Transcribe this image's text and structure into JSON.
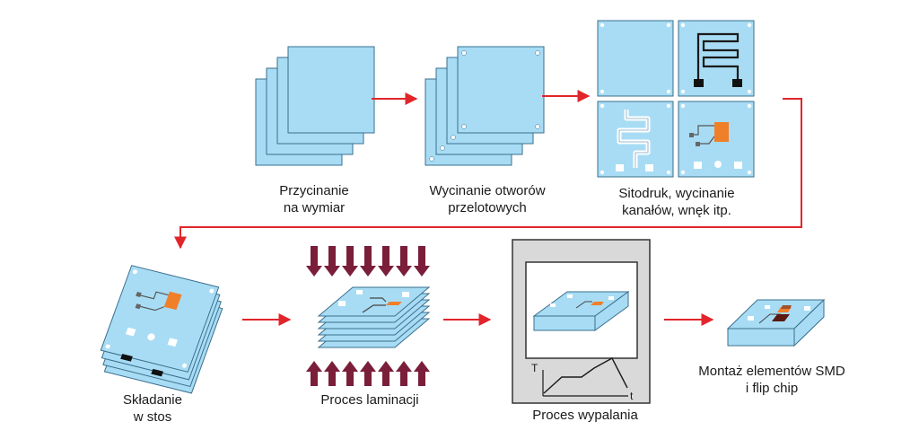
{
  "steps": [
    {
      "id": "cutting",
      "line1": "Przycinanie",
      "line2": "na wymiar"
    },
    {
      "id": "via-holes",
      "line1": "Wycinanie otworów",
      "line2": "przelotowych"
    },
    {
      "id": "screen-print",
      "line1": "Sitodruk, wycinanie",
      "line2": "kanałów, wnęk itp."
    },
    {
      "id": "stacking",
      "line1": "Składanie",
      "line2": "w stos"
    },
    {
      "id": "lamination",
      "line1": "Proces laminacji",
      "line2": ""
    },
    {
      "id": "firing",
      "line1": "Proces wypalania",
      "line2": ""
    },
    {
      "id": "assembly",
      "line1": "Montaż elementów SMD",
      "line2": "i flip chip"
    }
  ],
  "firing_graph": {
    "y_axis": "T",
    "x_axis": "t"
  },
  "colors": {
    "sheet": "#a8dcf4",
    "sheet_border": "#3a6f8e",
    "arrow": "#e1252b",
    "press_arrow": "#7a1e3a",
    "chip": "#f07f2a",
    "furnace": "#d9d9d9"
  }
}
